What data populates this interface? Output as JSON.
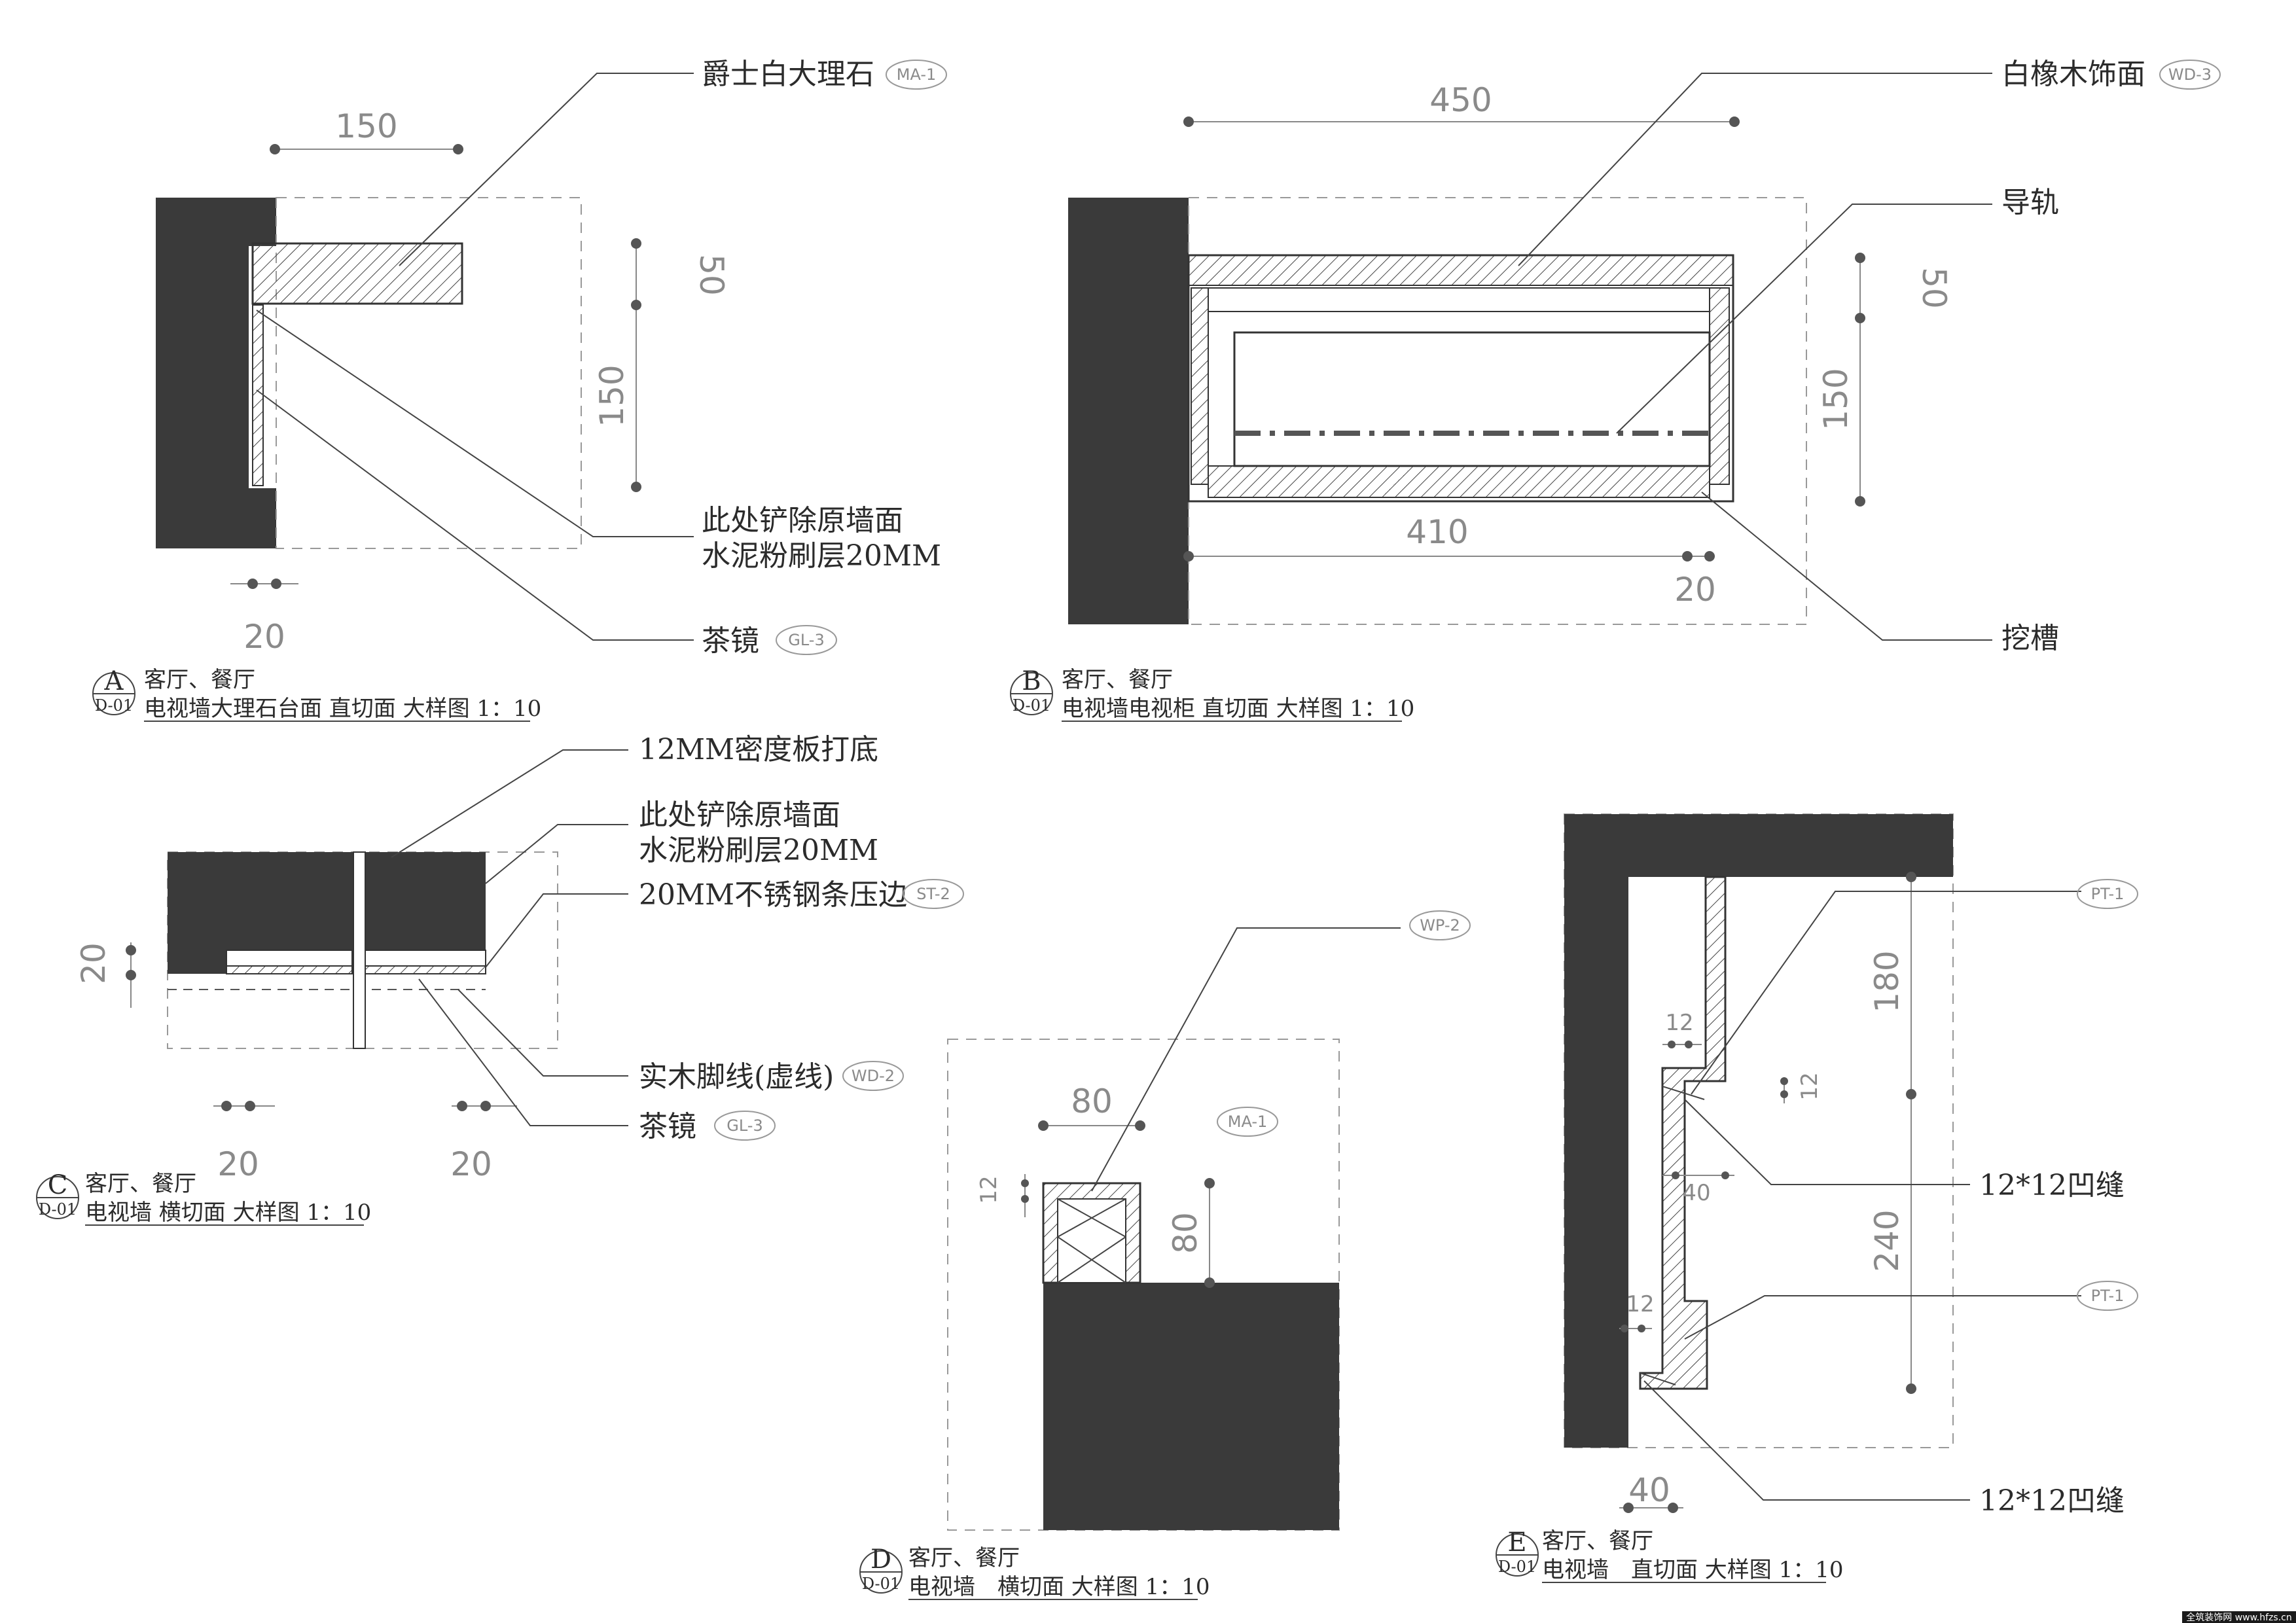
{
  "details": [
    {
      "letter": "A",
      "sheet": "D-01",
      "room": "客厅、餐厅",
      "title": "电视墙大理石台面 直切面 大样图 1：10",
      "labels": {
        "marble": "爵士白大理石",
        "marble_tag": "MA-1",
        "remove_line1": "此处铲除原墙面",
        "remove_line2": "水泥粉刷层20MM",
        "mirror": "茶镜",
        "mirror_tag": "GL-3"
      },
      "dims": {
        "width": "150",
        "top": "50",
        "height": "150",
        "gap": "20"
      }
    },
    {
      "letter": "B",
      "sheet": "D-01",
      "room": "客厅、餐厅",
      "title": "电视墙电视柜 直切面 大样图 1：10",
      "labels": {
        "oak": "白橡木饰面",
        "oak_tag": "WD-3",
        "rail": "导轨",
        "groove": "挖槽"
      },
      "dims": {
        "width": "450",
        "top": "50",
        "height": "150",
        "inner": "410",
        "gap": "20"
      }
    },
    {
      "letter": "C",
      "sheet": "D-01",
      "room": "客厅、餐厅",
      "title": "电视墙 横切面 大样图 1：10",
      "labels": {
        "mdf": "12MM密度板打底",
        "remove_line1": "此处铲除原墙面",
        "remove_line2": "水泥粉刷层20MM",
        "steel": "20MM不锈钢条压边",
        "steel_tag": "ST-2",
        "skirting": "实木脚线(虚线)",
        "skirting_tag": "WD-2",
        "mirror": "茶镜",
        "mirror_tag": "GL-3"
      },
      "dims": {
        "height": "20",
        "left": "20",
        "right": "20"
      }
    },
    {
      "letter": "D",
      "sheet": "D-01",
      "room": "客厅、餐厅",
      "title": "电视墙　横切面 大样图 1：10",
      "labels": {
        "wp_tag": "WP-2",
        "ma_tag": "MA-1"
      },
      "dims": {
        "width": "80",
        "small": "12",
        "height": "80"
      }
    },
    {
      "letter": "E",
      "sheet": "D-01",
      "room": "客厅、餐厅",
      "title": "电视墙　直切面 大样图 1：10",
      "labels": {
        "pt_top_tag": "PT-1",
        "pt_bottom_tag": "PT-1",
        "groove_top": "12*12凹缝",
        "groove_bottom": "12*12凹缝"
      },
      "dims": {
        "upper": "180",
        "small_right": "12",
        "lower": "240",
        "groove_top": "12",
        "mid": "40",
        "groove_bottom": "12",
        "base": "40"
      }
    }
  ],
  "watermark": "全筑装饰网 www.hfzs.cn",
  "colors": {
    "wall": "#3a3a3a",
    "line": "#333333",
    "dim": "#8a8a8a",
    "paper": "#ffffff"
  }
}
